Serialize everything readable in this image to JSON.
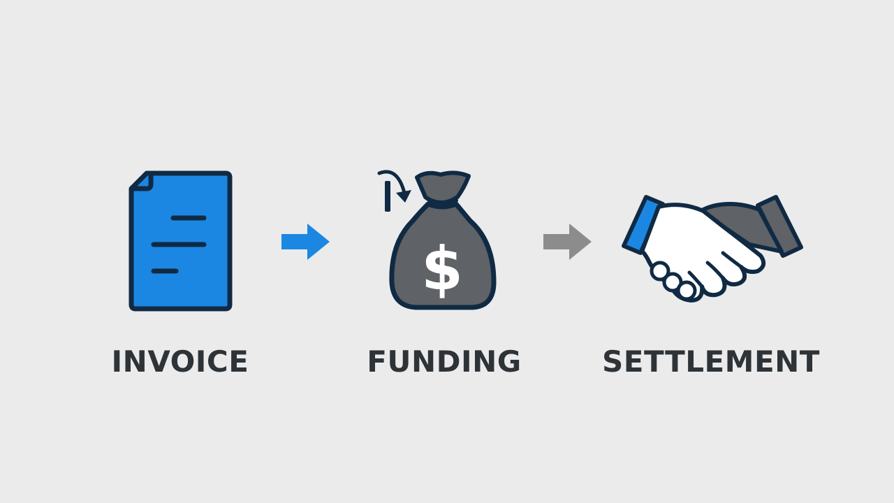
{
  "steps": [
    {
      "label": "INVOICE",
      "icon": "invoice-document-icon"
    },
    {
      "label": "FUNDING",
      "icon": "money-bag-icon"
    },
    {
      "label": "SETTLEMENT",
      "icon": "handshake-icon"
    }
  ],
  "connectors": [
    {
      "icon": "arrow-right-icon",
      "color": "#1b87e2"
    },
    {
      "icon": "arrow-right-icon",
      "color": "#8c8c8c"
    }
  ],
  "colors": {
    "background": "#ebebec",
    "accent_blue": "#1b87e2",
    "outline_navy": "#102a43",
    "bag_gray": "#5f6266",
    "text_dark": "#2e3338"
  }
}
